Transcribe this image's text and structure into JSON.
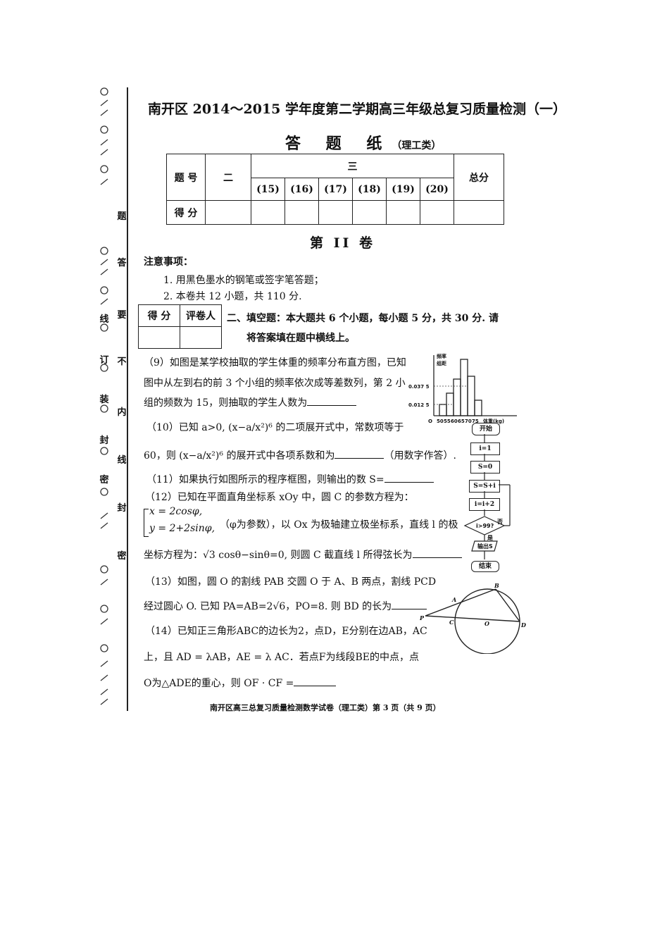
{
  "header": {
    "title": "南开区 2014～2015 学年度第二学期高三年级总复习质量检测（一）",
    "subtitle": "答 题 纸",
    "subtitle_note": "（理工类）"
  },
  "margin": {
    "binding_chars": [
      "题",
      "答",
      "要",
      "不",
      "内",
      "线",
      "封",
      "密"
    ],
    "left_chars": [
      "线",
      "订",
      "装",
      "封",
      "密"
    ]
  },
  "score_table": {
    "row1_label": "题 号",
    "col_two": "二",
    "col_three": "三",
    "col_total": "总分",
    "subcols": [
      "(15)",
      "(16)",
      "(17)",
      "(18)",
      "(19)",
      "(20)"
    ],
    "row2_label": "得 分"
  },
  "section": "第 II 卷",
  "notes": {
    "heading": "注意事项：",
    "items": [
      "1. 用黑色墨水的钢笔或签字笔答题；",
      "2. 本卷共 12 小题，共 110 分."
    ]
  },
  "grader_table": {
    "score": "得 分",
    "grader": "评卷人"
  },
  "part2": {
    "line1": "二、填空题：本大题共 6 个小题，每小题 5 分，共 30 分. 请",
    "line2": "将答案填在题中横线上。"
  },
  "questions": {
    "q9": [
      "（9）如图是某学校抽取的学生体重的频率分布直方图，已知",
      "图中从左到右的前 3 个小组的频率依次成等差数列，第 2 小",
      "组的频数为 15，则抽取的学生人数为"
    ],
    "q10a": "（10）已知 a>0, (x−a/x²)⁶ 的二项展开式中，常数项等于",
    "q10b": "60，则 (x−a/x²)⁶ 的展开式中各项系数和为",
    "q10c": "（用数字作答）.",
    "q11": "（11）如果执行如图所示的程序框图，则输出的数 S=",
    "q12a": "（12）已知在平面直角坐标系 xOy 中，圆 C 的参数方程为：",
    "q12b": "x = 2cosφ,",
    "q12c": "y = 2+2sinφ,",
    "q12d": "（φ为参数），以 Ox 为极轴建立极坐标系，直线 l 的极",
    "q12e": "坐标方程为：√3 cosθ−sinθ=0, 则圆 C 截直线 l 所得弦长为",
    "q13a": "（13）如图，圆 O 的割线 PAB 交圆 O 于 A、B 两点，割线 PCD",
    "q13b": "经过圆心 O. 已知 PA=AB=2√6，PO=8. 则 BD 的长为",
    "q14a": "（14）已知正三角形ABC的边长为2，点D，E分别在边AB，AC",
    "q14b": "上，且 AD = λAB，AE = λ AC．若点F为线段BE的中点，点",
    "q14c": "O为△ADE的重心，则 OF · CF ="
  },
  "histogram": {
    "ylabel_top": "频率",
    "ylabel_bottom": "组距",
    "ytick_labels": [
      "0.037 5",
      "0.012 5"
    ],
    "xtick_labels": [
      "O",
      "50",
      "55",
      "60",
      "65",
      "70",
      "75"
    ],
    "xlabel": "体重(kg)"
  },
  "flowchart": {
    "start": "开始",
    "init_i": "i=1",
    "init_s": "S=0",
    "update_s": "S=S+i",
    "update_i": "i=i+2",
    "cond": "i>99?",
    "no": "否",
    "yes": "是",
    "output": "输出S",
    "end": "结束"
  },
  "geometry": {
    "labels": [
      "B",
      "A",
      "P",
      "C",
      "O",
      "D"
    ]
  },
  "footer": "南开区高三总复习质量检测数学试卷（理工类）第 3 页（共 9 页）"
}
